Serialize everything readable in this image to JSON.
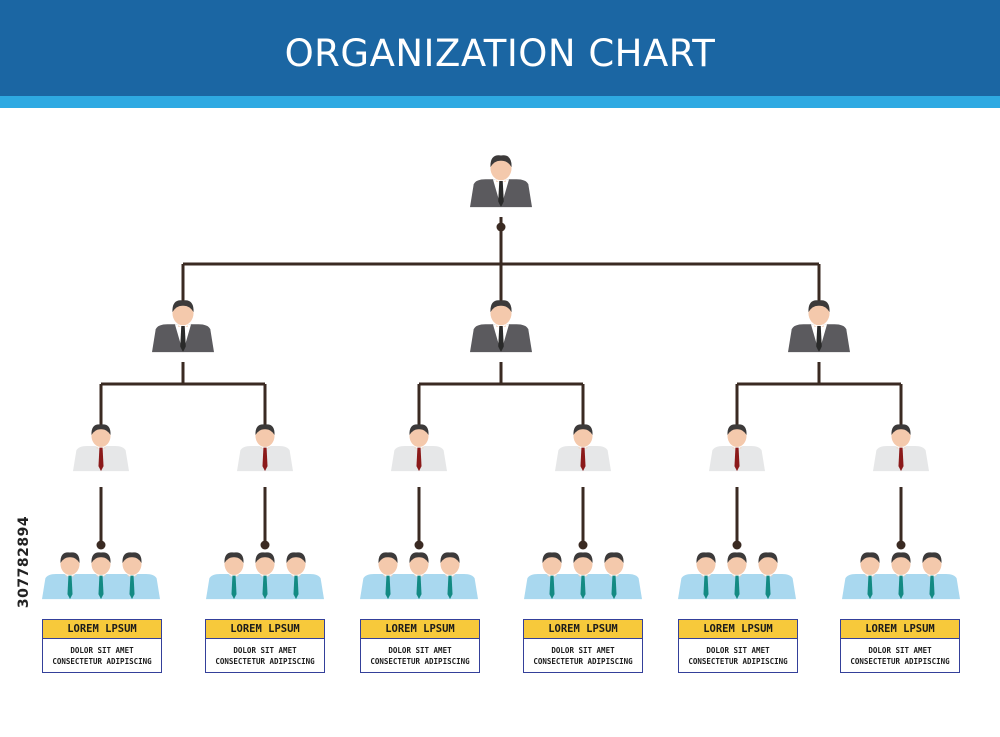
{
  "header": {
    "title": "ORGANIZATION CHART"
  },
  "colors": {
    "header_bg": "#1b66a3",
    "header_stripe": "#2ea9e2",
    "connector": "#3a2a22",
    "card_header": "#f7c93b",
    "card_border": "#34409a",
    "manager_suit": "#5b5a5e",
    "supervisor_shirt": "#e6e7e8",
    "supervisor_tie": "#8b1a1a",
    "team_shirt": "#a9d8ef",
    "team_tie": "#138a83",
    "skin": "#f4c9ac",
    "hair": "#3c3a3a"
  },
  "teams": [
    {
      "title": "LOREM LPSUM",
      "line1": "DOLOR SIT AMET",
      "line2": "CONSECTETUR ADIPISCING"
    },
    {
      "title": "LOREM LPSUM",
      "line1": "DOLOR SIT AMET",
      "line2": "CONSECTETUR ADIPISCING"
    },
    {
      "title": "LOREM LPSUM",
      "line1": "DOLOR SIT AMET",
      "line2": "CONSECTETUR ADIPISCING"
    },
    {
      "title": "LOREM LPSUM",
      "line1": "DOLOR SIT AMET",
      "line2": "CONSECTETUR ADIPISCING"
    },
    {
      "title": "LOREM LPSUM",
      "line1": "DOLOR SIT AMET",
      "line2": "CONSECTETUR ADIPISCING"
    },
    {
      "title": "LOREM LPSUM",
      "line1": "DOLOR SIT AMET",
      "line2": "CONSECTETUR ADIPISCING"
    }
  ],
  "watermark_id": "307782894"
}
